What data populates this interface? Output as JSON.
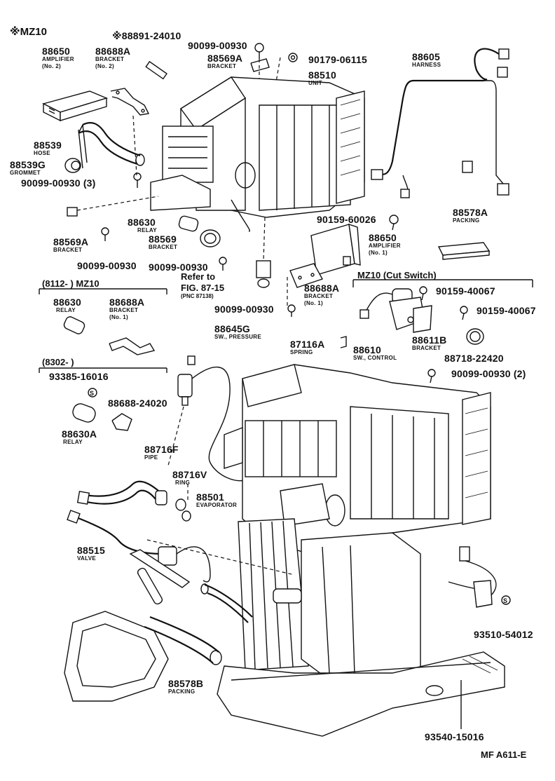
{
  "header": {
    "model": "※MZ10"
  },
  "footer": {
    "code": "MF A611-E"
  },
  "parts": {
    "p88891": {
      "no": "※88891-24010",
      "name": ""
    },
    "p90099_a": {
      "no": "90099-00930",
      "name": ""
    },
    "p88569A_top": {
      "no": "88569A",
      "name": "BRACKET"
    },
    "p90179": {
      "no": "90179-06115",
      "name": ""
    },
    "p88650_top": {
      "no": "88650",
      "name": "AMPLIFIER",
      "sub": "(No. 2)"
    },
    "p88688A_top": {
      "no": "88688A",
      "name": "BRACKET",
      "sub": "(No. 2)"
    },
    "p88510": {
      "no": "88510",
      "name": "UNIT"
    },
    "p88605": {
      "no": "88605",
      "name": "HARNESS"
    },
    "p88539": {
      "no": "88539",
      "name": "HOSE"
    },
    "p88539G": {
      "no": "88539G",
      "name": "GROMMET"
    },
    "p90099_3": {
      "no": "90099-00930 (3)",
      "name": ""
    },
    "p88630": {
      "no": "88630",
      "name": "RELAY"
    },
    "p88569": {
      "no": "88569",
      "name": "BRACKET"
    },
    "p88569A_left": {
      "no": "88569A",
      "name": "BRACKET"
    },
    "p90159_60026": {
      "no": "90159-60026",
      "name": ""
    },
    "p88578A": {
      "no": "88578A",
      "name": "PACKING"
    },
    "p90099_b": {
      "no": "90099-00930",
      "name": ""
    },
    "p90099_c": {
      "no": "90099-00930",
      "name": ""
    },
    "p88650_mid": {
      "no": "88650",
      "name": "AMPLIFIER",
      "sub": "(No. 1)"
    },
    "refer": {
      "line1": "Refer to",
      "line2": "FIG. 87-15",
      "line3": "(PNC 87138)"
    },
    "p88688A_mid": {
      "no": "88688A",
      "name": "BRACKET",
      "sub": "(No. 1)"
    },
    "p90099_d": {
      "no": "90099-00930",
      "name": ""
    },
    "p90159_40067a": {
      "no": "90159-40067",
      "name": ""
    },
    "p90159_40067b": {
      "no": "90159-40067",
      "name": ""
    },
    "p88630_box": {
      "no": "88630",
      "name": "RELAY"
    },
    "p88688A_box": {
      "no": "88688A",
      "name": "BRACKET",
      "sub": "(No. 1)"
    },
    "p88645G": {
      "no": "88645G",
      "name": "SW., PRESSURE"
    },
    "p87116A": {
      "no": "87116A",
      "name": "SPRING"
    },
    "p88610": {
      "no": "88610",
      "name": "SW., CONTROL"
    },
    "p88611B": {
      "no": "88611B",
      "name": "BRACKET"
    },
    "p88718": {
      "no": "88718-22420",
      "name": ""
    },
    "p90099_2": {
      "no": "90099-00930 (2)",
      "name": ""
    },
    "p93385": {
      "no": "93385-16016",
      "name": ""
    },
    "p88688_24020": {
      "no": "88688-24020",
      "name": ""
    },
    "p88630A": {
      "no": "88630A",
      "name": "RELAY"
    },
    "p88716F": {
      "no": "88716F",
      "name": "PIPE"
    },
    "p88716V": {
      "no": "88716V",
      "name": "RING"
    },
    "p88501": {
      "no": "88501",
      "name": "EVAPORATOR"
    },
    "p88515": {
      "no": "88515",
      "name": "VALVE"
    },
    "p93510": {
      "no": "93510-54012",
      "name": ""
    },
    "p88578B": {
      "no": "88578B",
      "name": "PACKING"
    },
    "p93540": {
      "no": "93540-15016",
      "name": ""
    }
  },
  "groups": {
    "g8112": {
      "title": "(8112-          ) MZ10"
    },
    "g8302": {
      "title": "(8302-          )"
    },
    "gcut": {
      "title": "MZ10 (Cut Switch)"
    }
  }
}
